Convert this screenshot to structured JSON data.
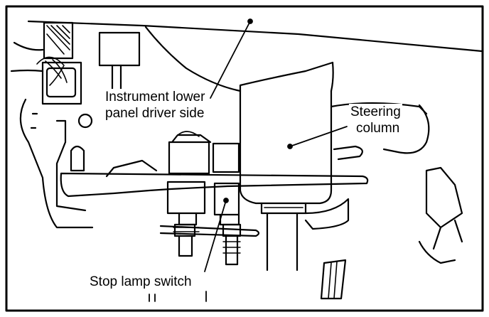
{
  "labels": {
    "instrument_panel": {
      "line1": "Instrument lower",
      "line2": "panel driver side"
    },
    "steering_column": {
      "line1": "Steering",
      "line2": "column"
    },
    "stop_lamp_switch": "Stop lamp switch"
  },
  "colors": {
    "ink": "#000000",
    "paper": "#ffffff"
  }
}
